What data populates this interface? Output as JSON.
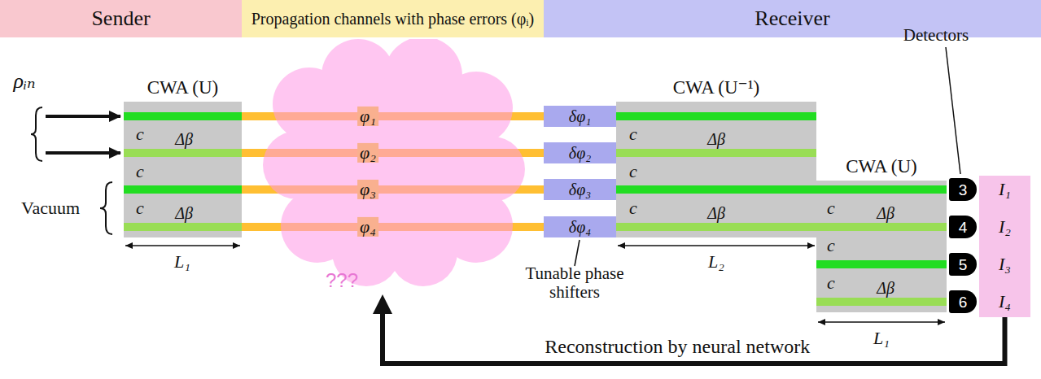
{
  "diagram": {
    "nodes": [
      {
        "text": [
          "Sender"
        ]
      },
      {
        "text": [
          "Propagation channels with phase errors (φᵢ)"
        ]
      },
      {
        "text": [
          "Receiver"
        ]
      },
      {
        "text": [
          "CWA (U)"
        ]
      },
      {
        "text": [
          "???"
        ]
      },
      {
        "text": [
          "δφ₁"
        ]
      },
      {
        "text": [
          "δφ₂"
        ]
      },
      {
        "text": [
          "δφ₃"
        ]
      },
      {
        "text": [
          "δφ₄"
        ]
      },
      {
        "text": [
          "CWA (U⁻¹)"
        ]
      },
      {
        "text": [
          "CWA (U)"
        ]
      },
      {
        "text": [
          "3"
        ]
      },
      {
        "text": [
          "4"
        ]
      },
      {
        "text": [
          "5"
        ]
      },
      {
        "text": [
          "6"
        ]
      },
      {
        "text": [
          "I₁",
          "I₂",
          "I₃",
          "I₄"
        ]
      }
    ],
    "edges": [
      {
        "from": 15,
        "to": 4,
        "arrow": "to",
        "label": "Reconstruction by neural network"
      }
    ],
    "labels": [
      "ρᵢₙ",
      "Vacuum",
      "c",
      "c",
      "c",
      "Δβ",
      "Δβ",
      "L₁",
      "φ₁",
      "φ₂",
      "φ₃",
      "φ₄",
      "Tunable phase shifters",
      "c",
      "c",
      "c",
      "Δβ",
      "Δβ",
      "L₂",
      "Detectors",
      "c",
      "c",
      "c",
      "Δβ",
      "Δβ",
      "L₁"
    ]
  }
}
